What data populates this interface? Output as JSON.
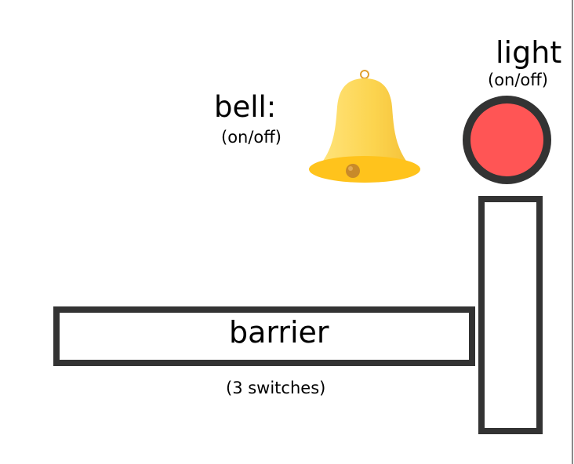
{
  "bell": {
    "label": "bell:",
    "sub": "(on/off)",
    "icon": "bell-icon"
  },
  "light": {
    "label": "light",
    "sub": "(on/off)",
    "color": "#ff5555"
  },
  "barrier": {
    "label": "barrier",
    "sub": "(3 switches)"
  },
  "colors": {
    "outline": "#333333",
    "bell": "#ffd24d"
  }
}
